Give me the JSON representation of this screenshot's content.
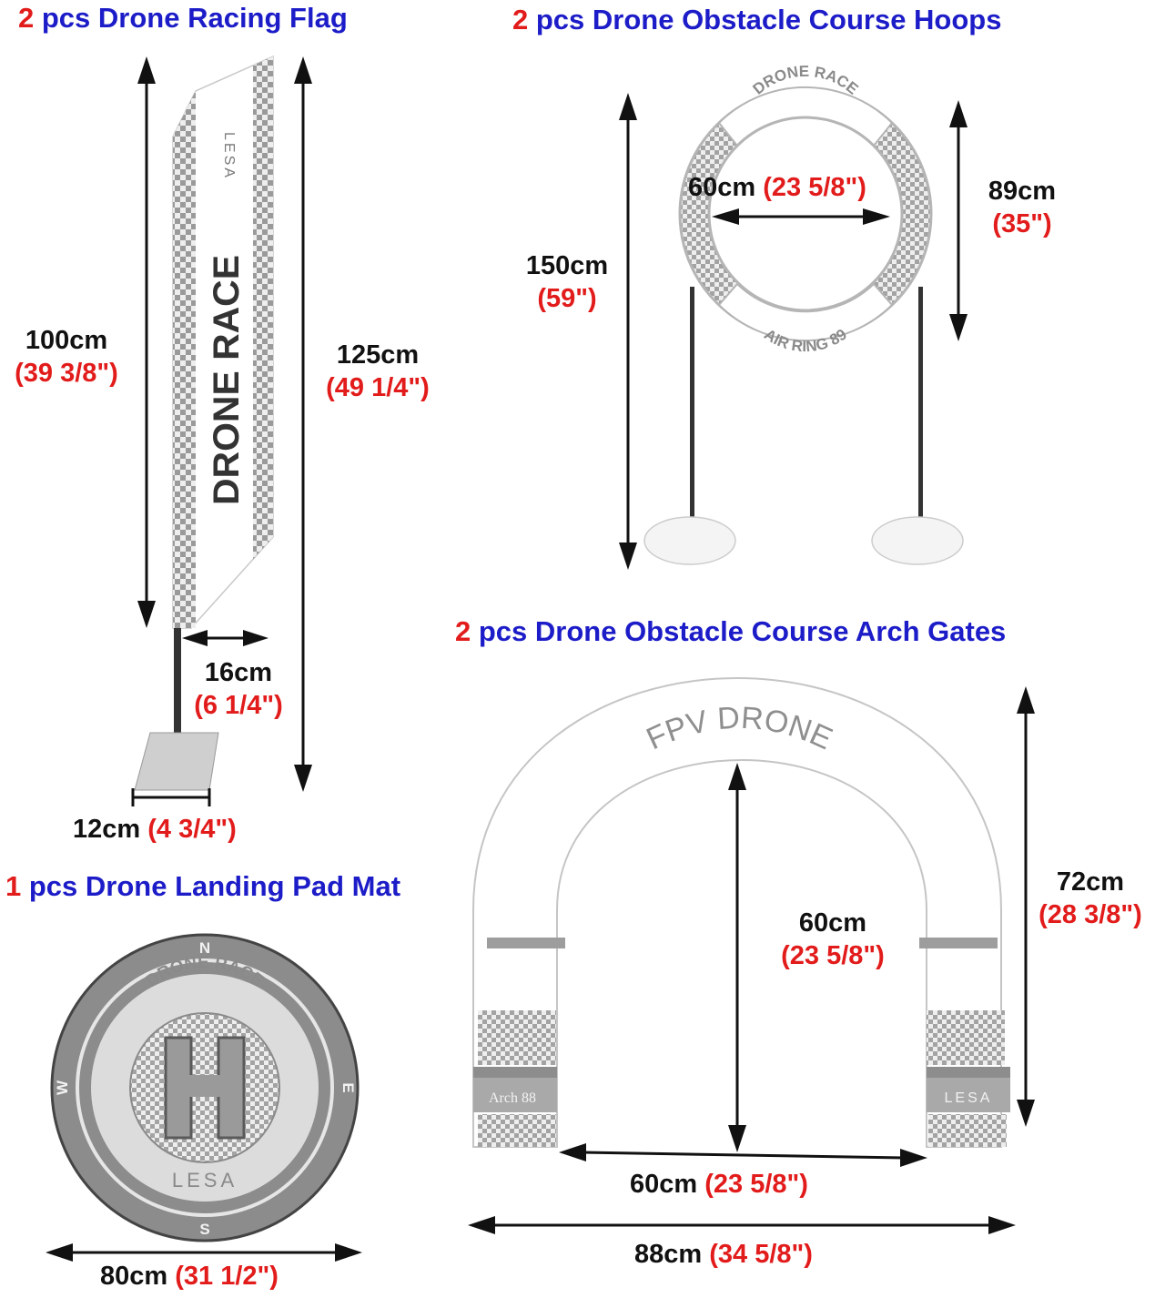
{
  "colors": {
    "title_blue": "#1c1cc8",
    "qty_red": "#e21b1b",
    "dim_black": "#111111",
    "print_gray": "#8a8a8a"
  },
  "sections": {
    "flag": {
      "qty": "2",
      "title": " pcs Drone Racing Flag",
      "print_text": "DRONE RACE",
      "brand": "LESA",
      "dims": {
        "height_flag": {
          "cm": "100cm",
          "inch": "(39 3/8\")"
        },
        "height_total": {
          "cm": "125cm",
          "inch": "(49 1/4\")"
        },
        "width": {
          "cm": "16cm",
          "inch": "(6 1/4\")"
        },
        "base": {
          "cm": "12cm",
          "inch": "(4 3/4\")"
        }
      }
    },
    "hoops": {
      "qty": "2",
      "title": " pcs Drone Obstacle Course Hoops",
      "print_top": "DRONE RACE",
      "print_bottom": "AIR RING 89",
      "dims": {
        "inner": {
          "cm": "60cm",
          "inch": "(23 5/8\")"
        },
        "ring": {
          "cm": "89cm",
          "inch": "(35\")"
        },
        "total": {
          "cm": "150cm",
          "inch": "(59\")"
        }
      }
    },
    "arch": {
      "qty": "2",
      "title": " pcs Drone Obstacle Course Arch Gates",
      "print_top": "FPV DRONE",
      "print_left": "Arch 88",
      "brand": "LESA",
      "dims": {
        "height": {
          "cm": "72cm",
          "inch": "(28 3/8\")"
        },
        "inner_height": {
          "cm": "60cm",
          "inch": "(23 5/8\")"
        },
        "inner_width": {
          "cm": "60cm",
          "inch": "(23 5/8\")"
        },
        "outer_width": {
          "cm": "88cm",
          "inch": "(34 5/8\")"
        }
      }
    },
    "pad": {
      "qty": "1",
      "title": " pcs Drone Landing Pad Mat",
      "print_text": "DRONE RACE",
      "brand": "LESA",
      "center_letter": "H",
      "compass": {
        "n": "N",
        "e": "E",
        "s": "S",
        "w": "W"
      },
      "dims": {
        "diameter": {
          "cm": "80cm",
          "inch": "(31 1/2\")"
        }
      }
    }
  }
}
